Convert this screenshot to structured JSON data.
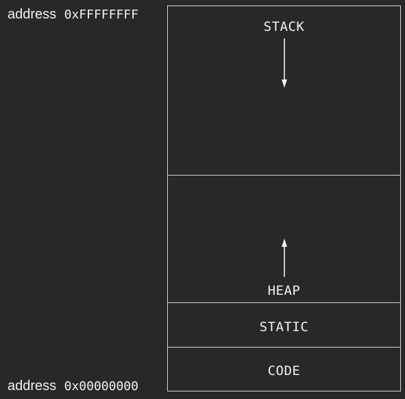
{
  "addresses": {
    "top": {
      "word": "address",
      "value": "0xFFFFFFFF"
    },
    "bottom": {
      "word": "address",
      "value": "0x00000000"
    }
  },
  "segments": {
    "stack": {
      "label": "STACK",
      "arrow": "down-arrow-icon"
    },
    "heap": {
      "label": "HEAP",
      "arrow": "up-arrow-icon"
    },
    "static": {
      "label": "STATIC"
    },
    "code": {
      "label": "CODE"
    }
  },
  "colors": {
    "background": "#28282b",
    "line": "#d8d8d8",
    "text": "#f2f2f2"
  }
}
